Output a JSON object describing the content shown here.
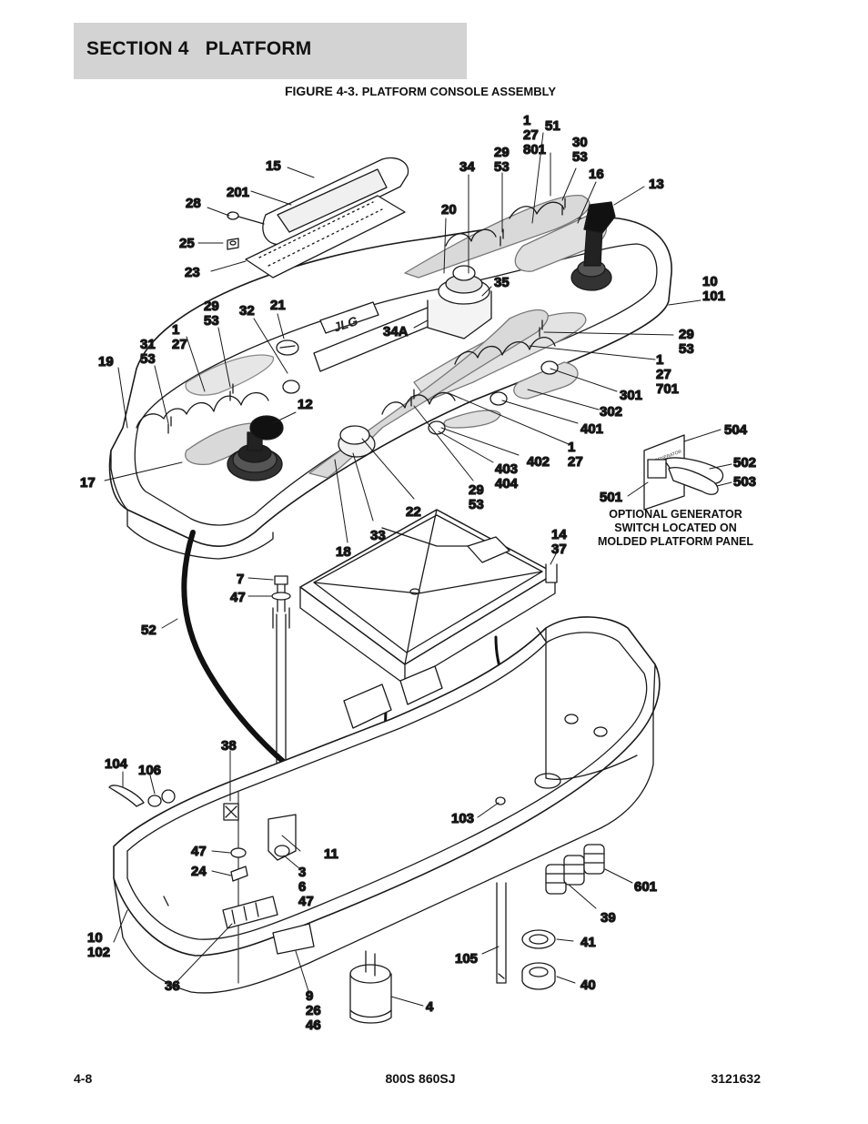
{
  "header": {
    "section": "SECTION 4   PLATFORM"
  },
  "figure": {
    "label": "FIGURE 4-3.",
    "title": "PLATFORM CONSOLE ASSEMBLY"
  },
  "logo_text": "JLG",
  "small_label": "GENERATOR",
  "note": [
    "OPTIONAL GENERATOR",
    "SWITCH LOCATED ON",
    "MOLDED PLATFORM PANEL"
  ],
  "footer": {
    "page": "4-8",
    "model": "800S 860SJ",
    "doc_number": "3121632"
  },
  "callouts": [
    {
      "id": "c15",
      "lines": [
        "15"
      ]
    },
    {
      "id": "c201",
      "lines": [
        "201"
      ]
    },
    {
      "id": "c28",
      "lines": [
        "28"
      ]
    },
    {
      "id": "c25",
      "lines": [
        "25"
      ]
    },
    {
      "id": "c23",
      "lines": [
        "23"
      ]
    },
    {
      "id": "c34",
      "lines": [
        "34"
      ]
    },
    {
      "id": "c20",
      "lines": [
        "20"
      ]
    },
    {
      "id": "c29a",
      "lines": [
        "29",
        "53"
      ]
    },
    {
      "id": "c1a",
      "lines": [
        "1",
        "27",
        "801"
      ]
    },
    {
      "id": "c51",
      "lines": [
        "51"
      ]
    },
    {
      "id": "c30",
      "lines": [
        "30",
        "53"
      ]
    },
    {
      "id": "c16",
      "lines": [
        "16"
      ]
    },
    {
      "id": "c13",
      "lines": [
        "13"
      ]
    },
    {
      "id": "c35",
      "lines": [
        "35"
      ]
    },
    {
      "id": "c10a",
      "lines": [
        "10",
        "101"
      ]
    },
    {
      "id": "c21",
      "lines": [
        "21"
      ]
    },
    {
      "id": "c32",
      "lines": [
        "32"
      ]
    },
    {
      "id": "c29b",
      "lines": [
        "29",
        "53"
      ]
    },
    {
      "id": "c1b",
      "lines": [
        "1",
        "27"
      ]
    },
    {
      "id": "c31",
      "lines": [
        "31",
        "53"
      ]
    },
    {
      "id": "c19",
      "lines": [
        "19"
      ]
    },
    {
      "id": "c34A",
      "lines": [
        "34A"
      ]
    },
    {
      "id": "c29c",
      "lines": [
        "29",
        "53"
      ]
    },
    {
      "id": "c1c",
      "lines": [
        "1",
        "27",
        "701"
      ]
    },
    {
      "id": "c301",
      "lines": [
        "301"
      ]
    },
    {
      "id": "c302",
      "lines": [
        "302"
      ]
    },
    {
      "id": "c401",
      "lines": [
        "401"
      ]
    },
    {
      "id": "c1d",
      "lines": [
        "1",
        "27"
      ]
    },
    {
      "id": "c402",
      "lines": [
        "402"
      ]
    },
    {
      "id": "c403",
      "lines": [
        "403",
        "404"
      ]
    },
    {
      "id": "c29d",
      "lines": [
        "29",
        "53"
      ]
    },
    {
      "id": "c12",
      "lines": [
        "12"
      ]
    },
    {
      "id": "c17",
      "lines": [
        "17"
      ]
    },
    {
      "id": "c22",
      "lines": [
        "22"
      ]
    },
    {
      "id": "c33",
      "lines": [
        "33"
      ]
    },
    {
      "id": "c18",
      "lines": [
        "18"
      ]
    },
    {
      "id": "c504",
      "lines": [
        "504"
      ]
    },
    {
      "id": "c502",
      "lines": [
        "502"
      ]
    },
    {
      "id": "c503",
      "lines": [
        "503"
      ]
    },
    {
      "id": "c501",
      "lines": [
        "501"
      ]
    },
    {
      "id": "c14",
      "lines": [
        "14",
        "37"
      ]
    },
    {
      "id": "c7",
      "lines": [
        "7"
      ]
    },
    {
      "id": "c47a",
      "lines": [
        "47"
      ]
    },
    {
      "id": "c52",
      "lines": [
        "52"
      ]
    },
    {
      "id": "c38",
      "lines": [
        "38"
      ]
    },
    {
      "id": "c104",
      "lines": [
        "104"
      ]
    },
    {
      "id": "c106",
      "lines": [
        "106"
      ]
    },
    {
      "id": "c47b",
      "lines": [
        "47"
      ]
    },
    {
      "id": "c11",
      "lines": [
        "11"
      ]
    },
    {
      "id": "c24",
      "lines": [
        "24"
      ]
    },
    {
      "id": "c3",
      "lines": [
        "3",
        "6",
        "47"
      ]
    },
    {
      "id": "c103",
      "lines": [
        "103"
      ]
    },
    {
      "id": "c601",
      "lines": [
        "601"
      ]
    },
    {
      "id": "c39",
      "lines": [
        "39"
      ]
    },
    {
      "id": "c10b",
      "lines": [
        "10",
        "102"
      ]
    },
    {
      "id": "c41",
      "lines": [
        "41"
      ]
    },
    {
      "id": "c105",
      "lines": [
        "105"
      ]
    },
    {
      "id": "c40",
      "lines": [
        "40"
      ]
    },
    {
      "id": "c36",
      "lines": [
        "36"
      ]
    },
    {
      "id": "c9",
      "lines": [
        "9",
        "26",
        "46"
      ]
    },
    {
      "id": "c4",
      "lines": [
        "4"
      ]
    }
  ]
}
